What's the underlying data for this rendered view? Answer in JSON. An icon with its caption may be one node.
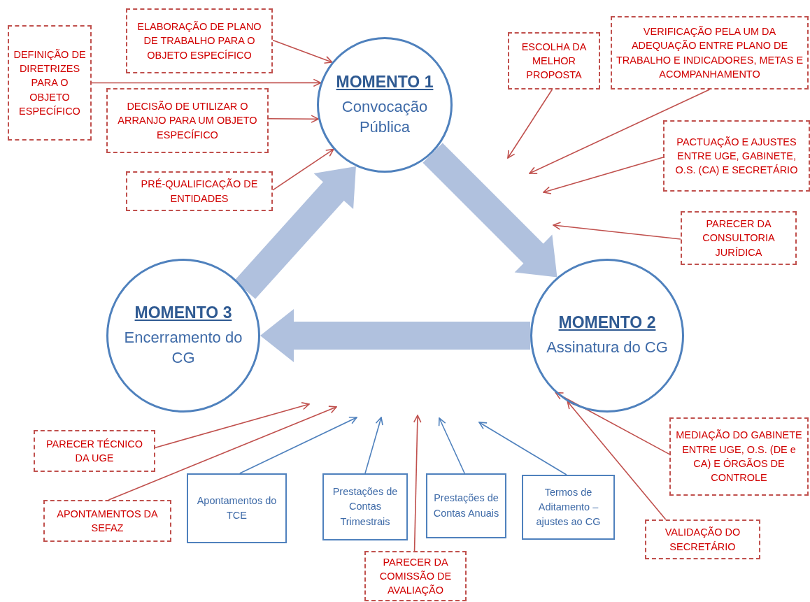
{
  "diagram": {
    "nodes": [
      {
        "text": [
          "ELABORAÇÃO DE PLANO DE TRABALHO PARA O OBJETO ESPECÍFICO"
        ]
      },
      {
        "text": [
          "DEFINIÇÃO DE DIRETRIZES PARA O OBJETO ESPECÍFICO"
        ]
      },
      {
        "text": [
          "DECISÃO DE UTILIZAR O ARRANJO PARA UM OBJETO ESPECÍFICO"
        ]
      },
      {
        "text": [
          "PRÉ-QUALIFICAÇÃO DE ENTIDADES"
        ]
      },
      {
        "text": [
          "MOMENTO 1",
          "Convocação Pública"
        ]
      },
      {
        "text": [
          "ESCOLHA DA MELHOR PROPOSTA"
        ]
      },
      {
        "text": [
          "VERIFICAÇÃO PELA UM DA ADEQUAÇÃO ENTRE PLANO DE TRABALHO E INDICADORES, METAS E ACOMPANHAMENTO"
        ]
      },
      {
        "text": [
          "PACTUAÇÃO E AJUSTES ENTRE UGE, GABINETE, O.S. (CA) E SECRETÁRIO"
        ]
      },
      {
        "text": [
          "PARECER DA CONSULTORIA JURÍDICA"
        ]
      },
      {
        "text": [
          "MOMENTO 3",
          "Encerramento do CG"
        ]
      },
      {
        "text": [
          "MOMENTO 2",
          "Assinatura do CG"
        ]
      },
      {
        "text": [
          "PARECER TÉCNICO DA UGE"
        ]
      },
      {
        "text": [
          "MEDIAÇÃO DO GABINETE ENTRE UGE, O.S. (DE e CA) E ÓRGÃOS DE CONTROLE"
        ]
      },
      {
        "text": [
          "Apontamentos do TCE"
        ]
      },
      {
        "text": [
          "Prestações de Contas Trimestrais"
        ]
      },
      {
        "text": [
          "Prestações de Contas Anuais"
        ]
      },
      {
        "text": [
          "Termos de Aditamento – ajustes ao CG"
        ]
      },
      {
        "text": [
          "APONTAMENTOS DA SEFAZ"
        ]
      },
      {
        "text": [
          "VALIDAÇÃO DO SECRETÁRIO"
        ]
      },
      {
        "text": [
          "PARECER DA COMISSÃO DE AVALIAÇÃO"
        ]
      }
    ],
    "edges": [
      {
        "from": 0,
        "to": 4,
        "arrow": "to"
      },
      {
        "from": 1,
        "to": 4,
        "arrow": "to"
      },
      {
        "from": 2,
        "to": 4,
        "arrow": "to"
      },
      {
        "from": 3,
        "to": 4,
        "arrow": "to"
      },
      {
        "from": 5,
        "to": null,
        "arrow": "to"
      },
      {
        "from": 6,
        "to": null,
        "arrow": "to"
      },
      {
        "from": 7,
        "to": null,
        "arrow": "to"
      },
      {
        "from": 8,
        "to": null,
        "arrow": "to"
      },
      {
        "from": 11,
        "to": null,
        "arrow": "to"
      },
      {
        "from": 17,
        "to": null,
        "arrow": "to"
      },
      {
        "from": 13,
        "to": null,
        "arrow": "to",
        "color": "#4f81bd"
      },
      {
        "from": 14,
        "to": null,
        "arrow": "to",
        "color": "#4f81bd"
      },
      {
        "from": 19,
        "to": null,
        "arrow": "to"
      },
      {
        "from": 15,
        "to": null,
        "arrow": "to",
        "color": "#4f81bd"
      },
      {
        "from": 16,
        "to": null,
        "arrow": "to",
        "color": "#4f81bd"
      },
      {
        "from": 12,
        "to": 10,
        "arrow": "to"
      },
      {
        "from": 18,
        "to": 10,
        "arrow": "to"
      },
      {
        "from": 9,
        "to": 4,
        "arrow": "to",
        "style": "thick",
        "color": "#b0c1de"
      },
      {
        "from": 4,
        "to": 10,
        "arrow": "to",
        "style": "thick",
        "color": "#b0c1de"
      },
      {
        "from": 10,
        "to": 9,
        "arrow": "to",
        "style": "thick",
        "color": "#b0c1de"
      }
    ]
  }
}
